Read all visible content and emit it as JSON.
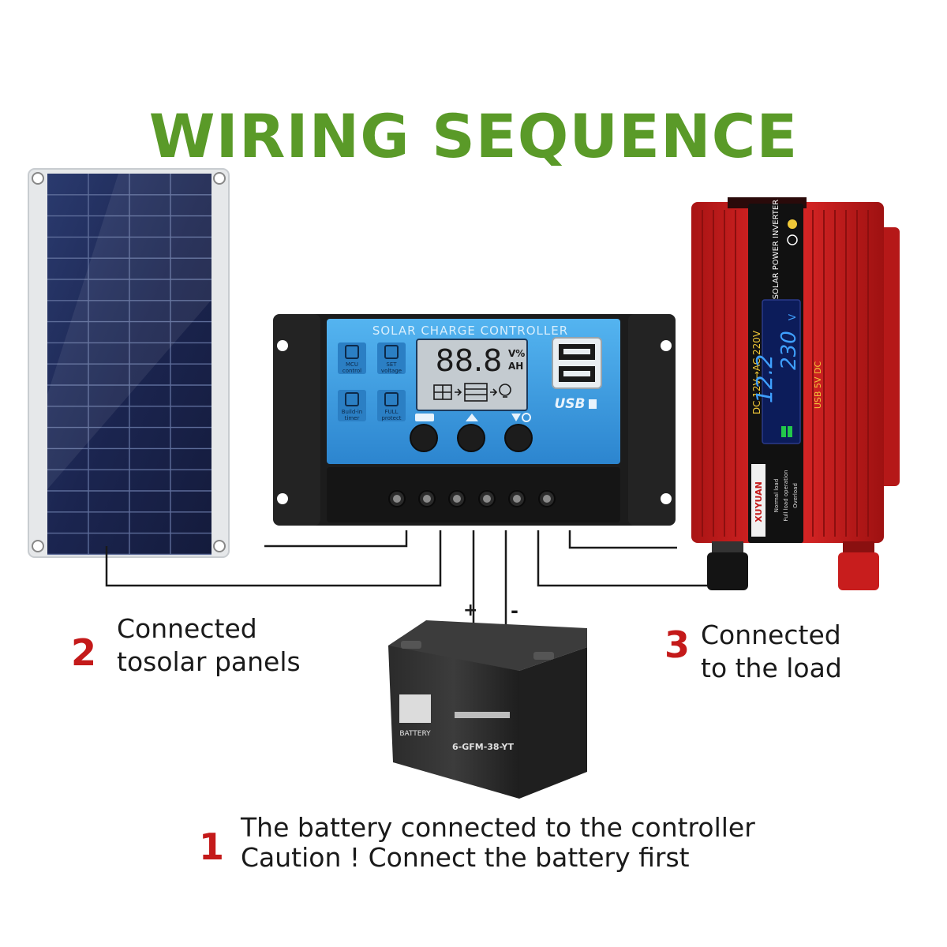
{
  "title": "WIRING SEQUENCE",
  "controller": {
    "header": "SOLAR CHARGE CONTROLLER",
    "lcd_digits": "88.8",
    "lcd_unit_top": "V%",
    "lcd_unit_bottom": "AH",
    "icons": [
      {
        "icon": "chip-icon",
        "line1": "MCU",
        "line2": "control"
      },
      {
        "icon": "gear-icon",
        "line1": "SET",
        "line2": "voltage"
      },
      {
        "icon": "clock-icon",
        "line1": "Build-in",
        "line2": "timer"
      },
      {
        "icon": "lock-icon",
        "line1": "FULL",
        "line2": "protect"
      }
    ],
    "usb_label": "USB"
  },
  "inverter": {
    "brand": "XUYUAN",
    "model": "SOLAR POWER INVERTER",
    "spec": "DC 12V→AC 220V",
    "display_top": "230",
    "display_top_unit": "V",
    "display_bottom": "12.2",
    "usb": "USB 5V DC",
    "legend": [
      "Normal load",
      "Full load operation",
      "Overload"
    ]
  },
  "battery": {
    "brand": "BATTERY",
    "model": "6-GFM-38-YT",
    "plus": "+",
    "minus": "-"
  },
  "steps": [
    {
      "number": "1",
      "lines": [
        "The battery connected to the controller",
        "Caution ! Connect the battery first"
      ]
    },
    {
      "number": "2",
      "lines": [
        "Connected",
        "tosolar panels"
      ]
    },
    {
      "number": "3",
      "lines": [
        "Connected",
        "to the load"
      ]
    }
  ],
  "colors": {
    "title_green": "#5a9a28",
    "step_red": "#c41a1a",
    "controller_blue": "#3a9de0",
    "inverter_red": "#d21f1f",
    "panel_blue": "#1e2a52"
  }
}
